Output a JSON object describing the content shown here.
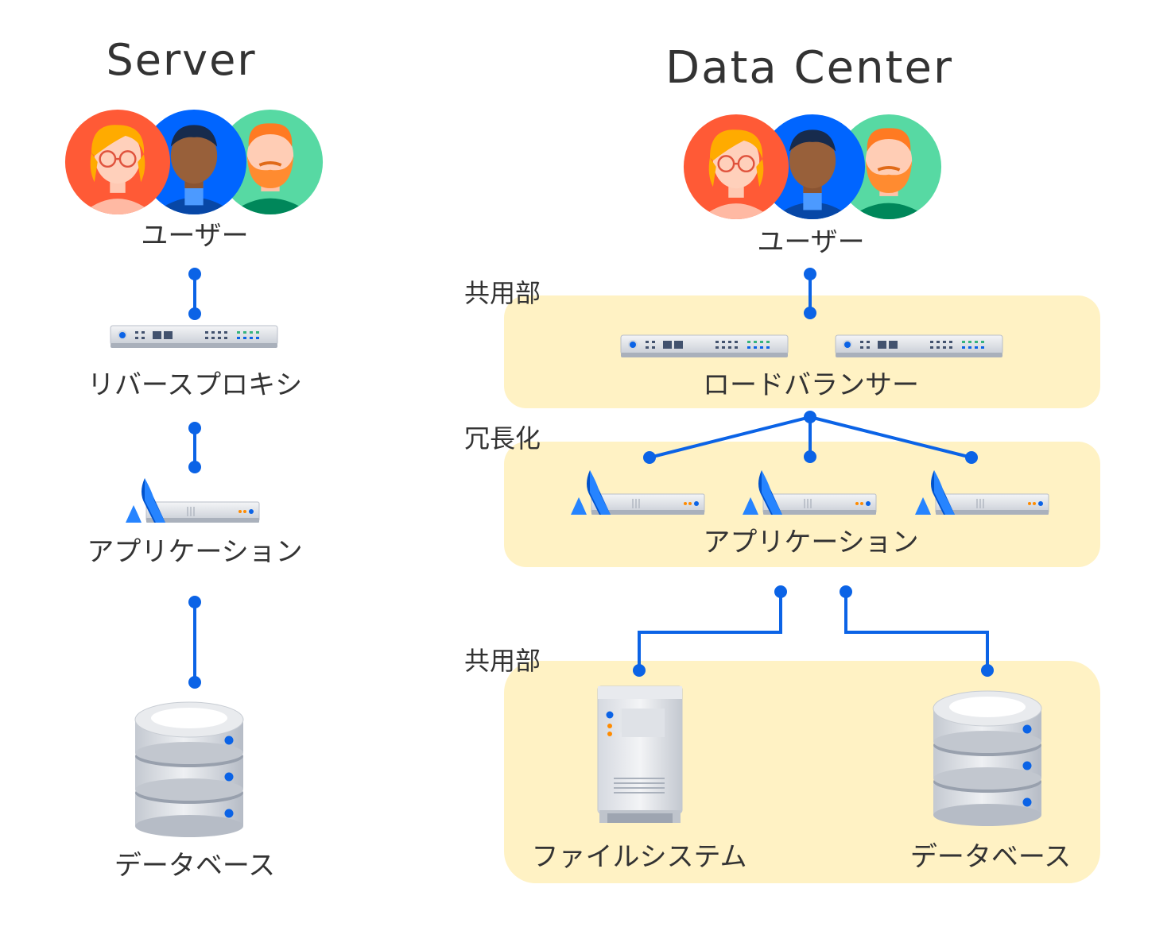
{
  "titles": {
    "server": "Server",
    "data_center": "Data Center"
  },
  "server": {
    "users": "ユーザー",
    "reverse_proxy": "リバースプロキシ",
    "application": "アプリケーション",
    "database": "データベース"
  },
  "data_center": {
    "users": "ユーザー",
    "shared_top": "共用部",
    "load_balancer": "ロードバランサー",
    "redundant": "冗長化",
    "application": "アプリケーション",
    "shared_bottom": "共用部",
    "file_system": "ファイルシステム",
    "database": "データベース"
  },
  "colors": {
    "connector": "#0b63e6",
    "group_fill": "#fff2c4",
    "avatar_red": "#ff5a36",
    "avatar_blue": "#0065ff",
    "avatar_green": "#57d9a3",
    "atlassian_blue": "#2684ff"
  }
}
